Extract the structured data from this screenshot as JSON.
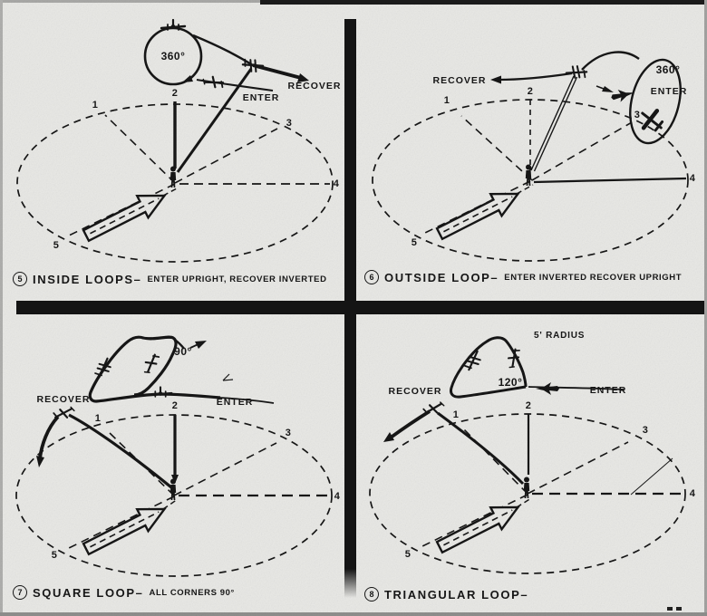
{
  "page": {
    "paper_color": "#e9e9e6",
    "ink_color": "#161616"
  },
  "quadrants": [
    {
      "number": "5",
      "title": "INSIDE LOOPS–",
      "subtitle": "ENTER UPRIGHT, RECOVER INVERTED",
      "loop_label": "360°",
      "enter_label": "ENTER",
      "recover_label": "RECOVER",
      "points": [
        "1",
        "2",
        "3",
        "4",
        "5"
      ]
    },
    {
      "number": "6",
      "title": "OUTSIDE LOOP–",
      "subtitle": "ENTER INVERTED RECOVER UPRIGHT",
      "loop_label": "360°",
      "enter_label": "ENTER",
      "recover_label": "RECOVER",
      "points": [
        "1",
        "2",
        "3",
        "4",
        "5"
      ]
    },
    {
      "number": "7",
      "title": "SQUARE LOOP–",
      "subtitle": "ALL CORNERS 90°",
      "loop_label": "90°",
      "enter_label": "ENTER",
      "recover_label": "RECOVER",
      "points": [
        "1",
        "2",
        "3",
        "4",
        "5"
      ]
    },
    {
      "number": "8",
      "title": "TRIANGULAR LOOP–",
      "subtitle": "",
      "loop_label": "120°",
      "radius_label": "5' RADIUS",
      "enter_label": "ENTER",
      "recover_label": "RECOVER",
      "points": [
        "1",
        "2",
        "3",
        "4",
        "5"
      ]
    }
  ]
}
